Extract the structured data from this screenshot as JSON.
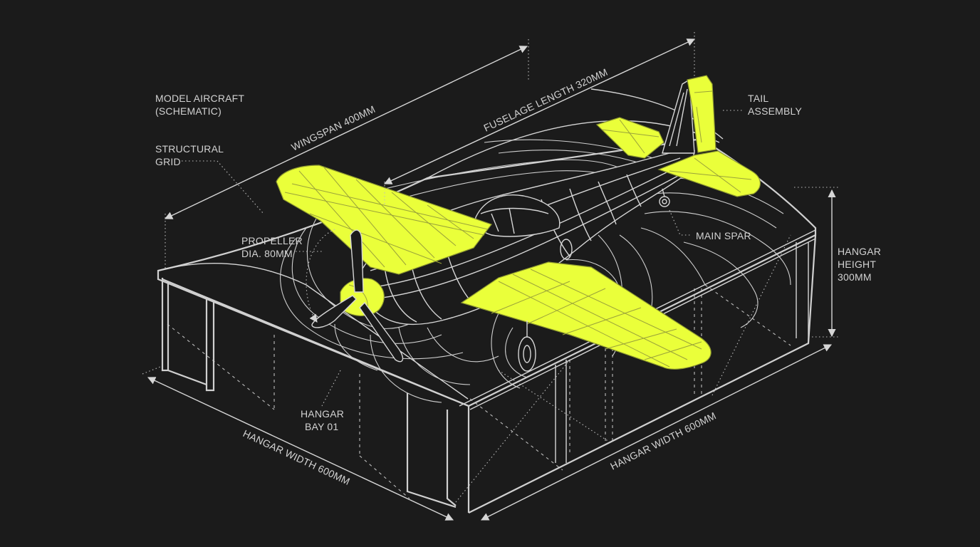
{
  "labels": {
    "model_aircraft": [
      "MODEL AIRCRAFT",
      "(SCHEMATIC)"
    ],
    "structural_grid": [
      "STRUCTURAL",
      "GRID"
    ],
    "propeller": [
      "PROPELLER",
      "DIA. 80MM"
    ],
    "hangar_bay": [
      "HANGAR",
      "BAY 01"
    ],
    "tail_assembly": [
      "TAIL",
      "ASSEMBLY"
    ],
    "main_spar": "MAIN SPAR",
    "hangar_height": [
      "HANGAR",
      "HEIGHT",
      "300MM"
    ],
    "wingspan": "WINGSPAN 400MM",
    "fuselage_length": "FUSELAGE LENGTH 320MM",
    "hangar_width_left": "HANGAR WIDTH 600MM",
    "hangar_width_right": "HANGAR WIDTH 600MM"
  },
  "colors": {
    "background": "#1b1b1b",
    "line": "#d6d6d6",
    "accent": "#eaff3a"
  }
}
